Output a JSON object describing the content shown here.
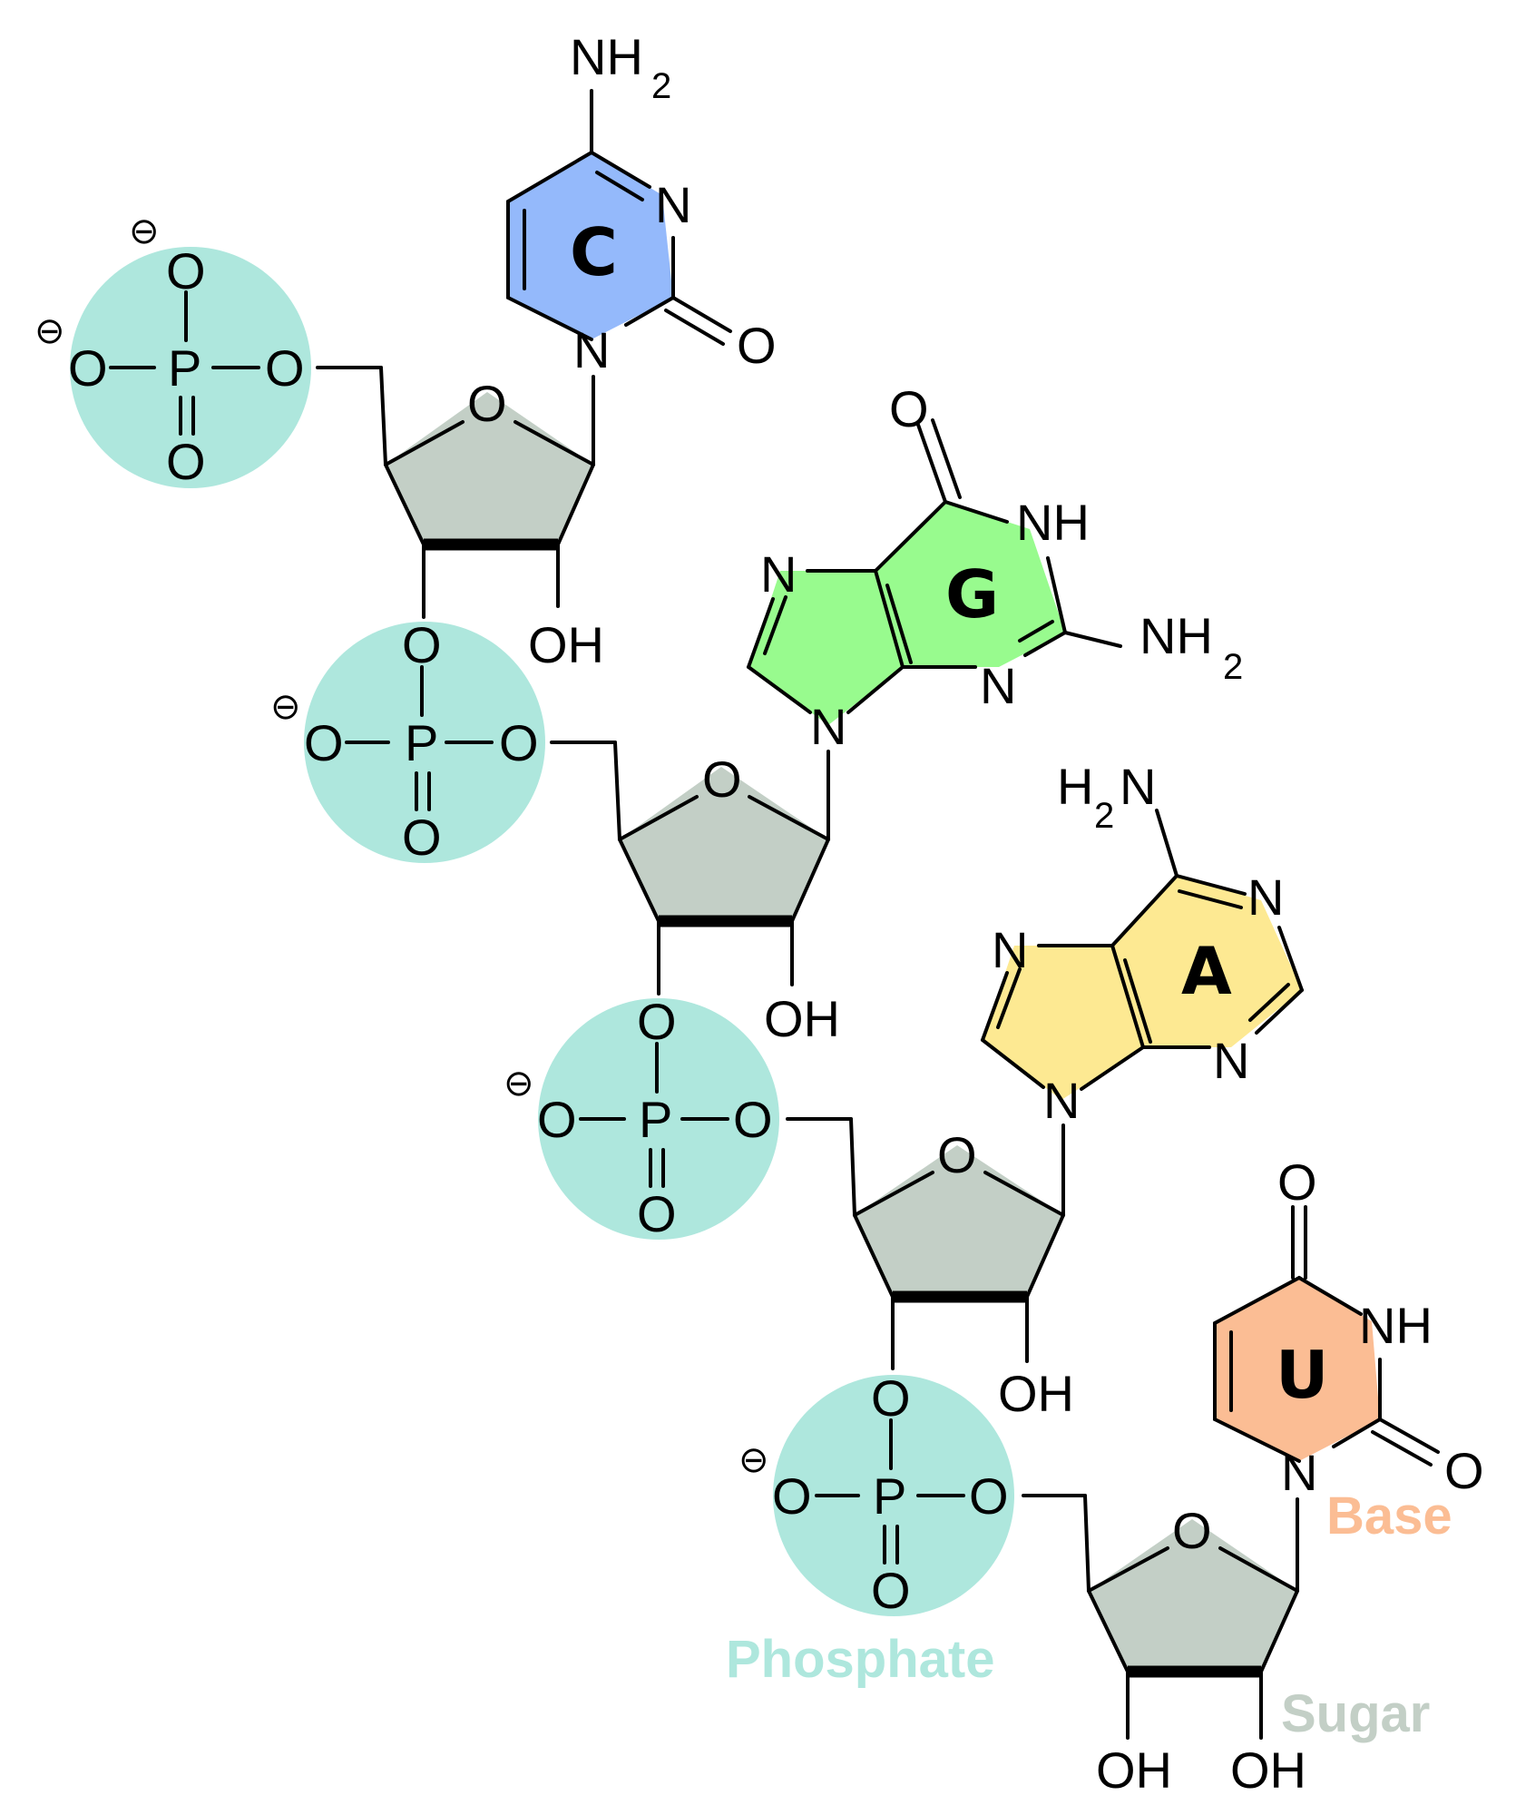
{
  "colors": {
    "phosphate": "#aee7dd",
    "sugar": "#c3cfc6",
    "cytosine": "#94b9fb",
    "guanine": "#98fb8e",
    "adenine": "#fde992",
    "uracil": "#fbbd94",
    "legend_phosphate": "#aee7dd",
    "legend_sugar": "#c3cfc6",
    "legend_base": "#fbbd94"
  },
  "bases": {
    "c": "C",
    "g": "G",
    "a": "A",
    "u": "U"
  },
  "atoms": {
    "N": "N",
    "O": "O",
    "P": "P",
    "NH": "NH",
    "NH2": "NH",
    "H2N_H": "H",
    "H2N_N": "N",
    "OH": "OH",
    "sub2": "2",
    "minus": "⊖"
  },
  "legend": {
    "phosphate": "Phosphate",
    "sugar": "Sugar",
    "base": "Base"
  }
}
